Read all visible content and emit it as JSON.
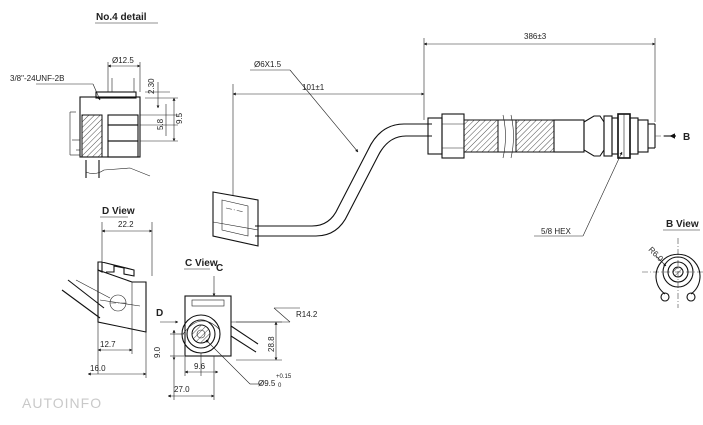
{
  "detail_title": "No.4 detail",
  "detail": {
    "thread": "3/8\"-24UNF-2B",
    "dia": "Ø12.5",
    "d230": "2.30",
    "d58": "5.8",
    "d95": "9.5"
  },
  "main": {
    "overall_len": "386±3",
    "tube_dia": "Ø6X1.5",
    "offset_len": "101±1",
    "hex": "5/8 HEX",
    "arrow_b": "B"
  },
  "d_view": {
    "title": "D View",
    "d222": "22.2",
    "d127": "12.7",
    "d160": "16.0"
  },
  "c_view": {
    "title": "C View",
    "c_mark": "C",
    "d_mark": "D",
    "r142": "R14.2",
    "d288": "28.8",
    "d90": "9.0",
    "d96": "9.6",
    "d270": "27.0",
    "dia95": "Ø9.5",
    "tol": "+0.15",
    "tol2": "0"
  },
  "b_view": {
    "title": "B View",
    "r60": "R6.0"
  },
  "watermark": "AUTOINFO"
}
